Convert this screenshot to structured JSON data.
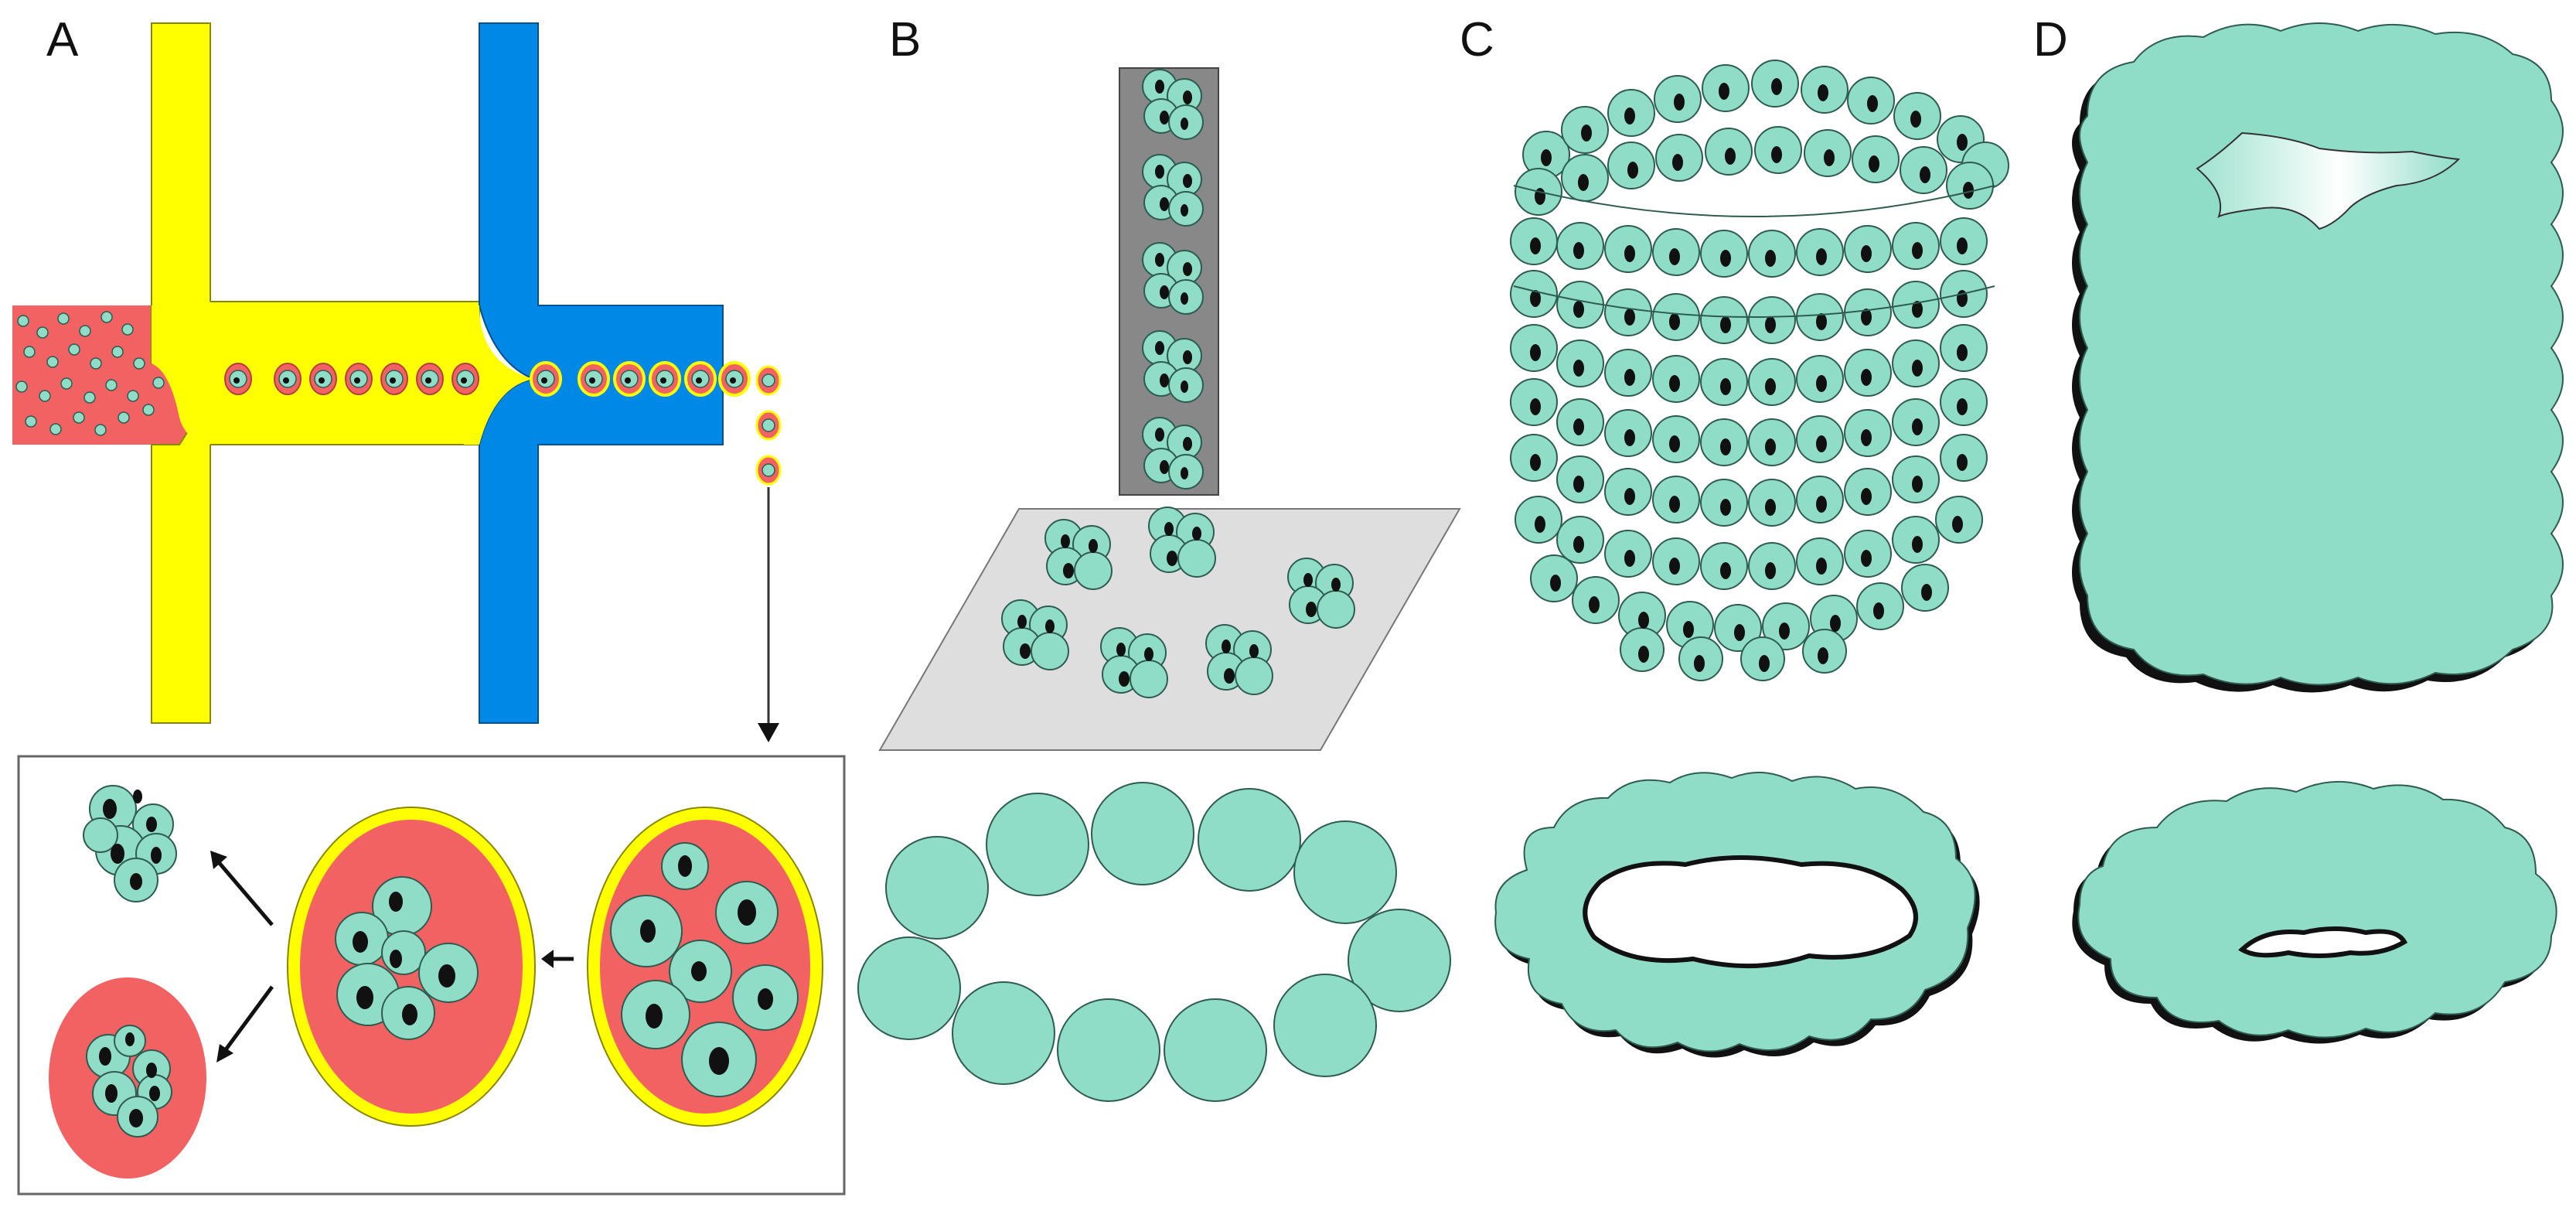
{
  "figure": {
    "panels": [
      {
        "id": "A",
        "label": "A"
      },
      {
        "id": "B",
        "label": "B"
      },
      {
        "id": "C",
        "label": "C"
      },
      {
        "id": "D",
        "label": "D"
      }
    ]
  },
  "colors": {
    "cell": "#8fdcc7",
    "nucleus": "#111111",
    "alginate_red": "#f26262",
    "yellow_channel": "#ffff00",
    "blue_channel": "#0088e6",
    "gray_nozzle": "#888888",
    "gray_plate": "#dedede",
    "outline": "#333333"
  },
  "icons": {
    "arrow": "arrow-icon",
    "cell": "cell-icon"
  }
}
